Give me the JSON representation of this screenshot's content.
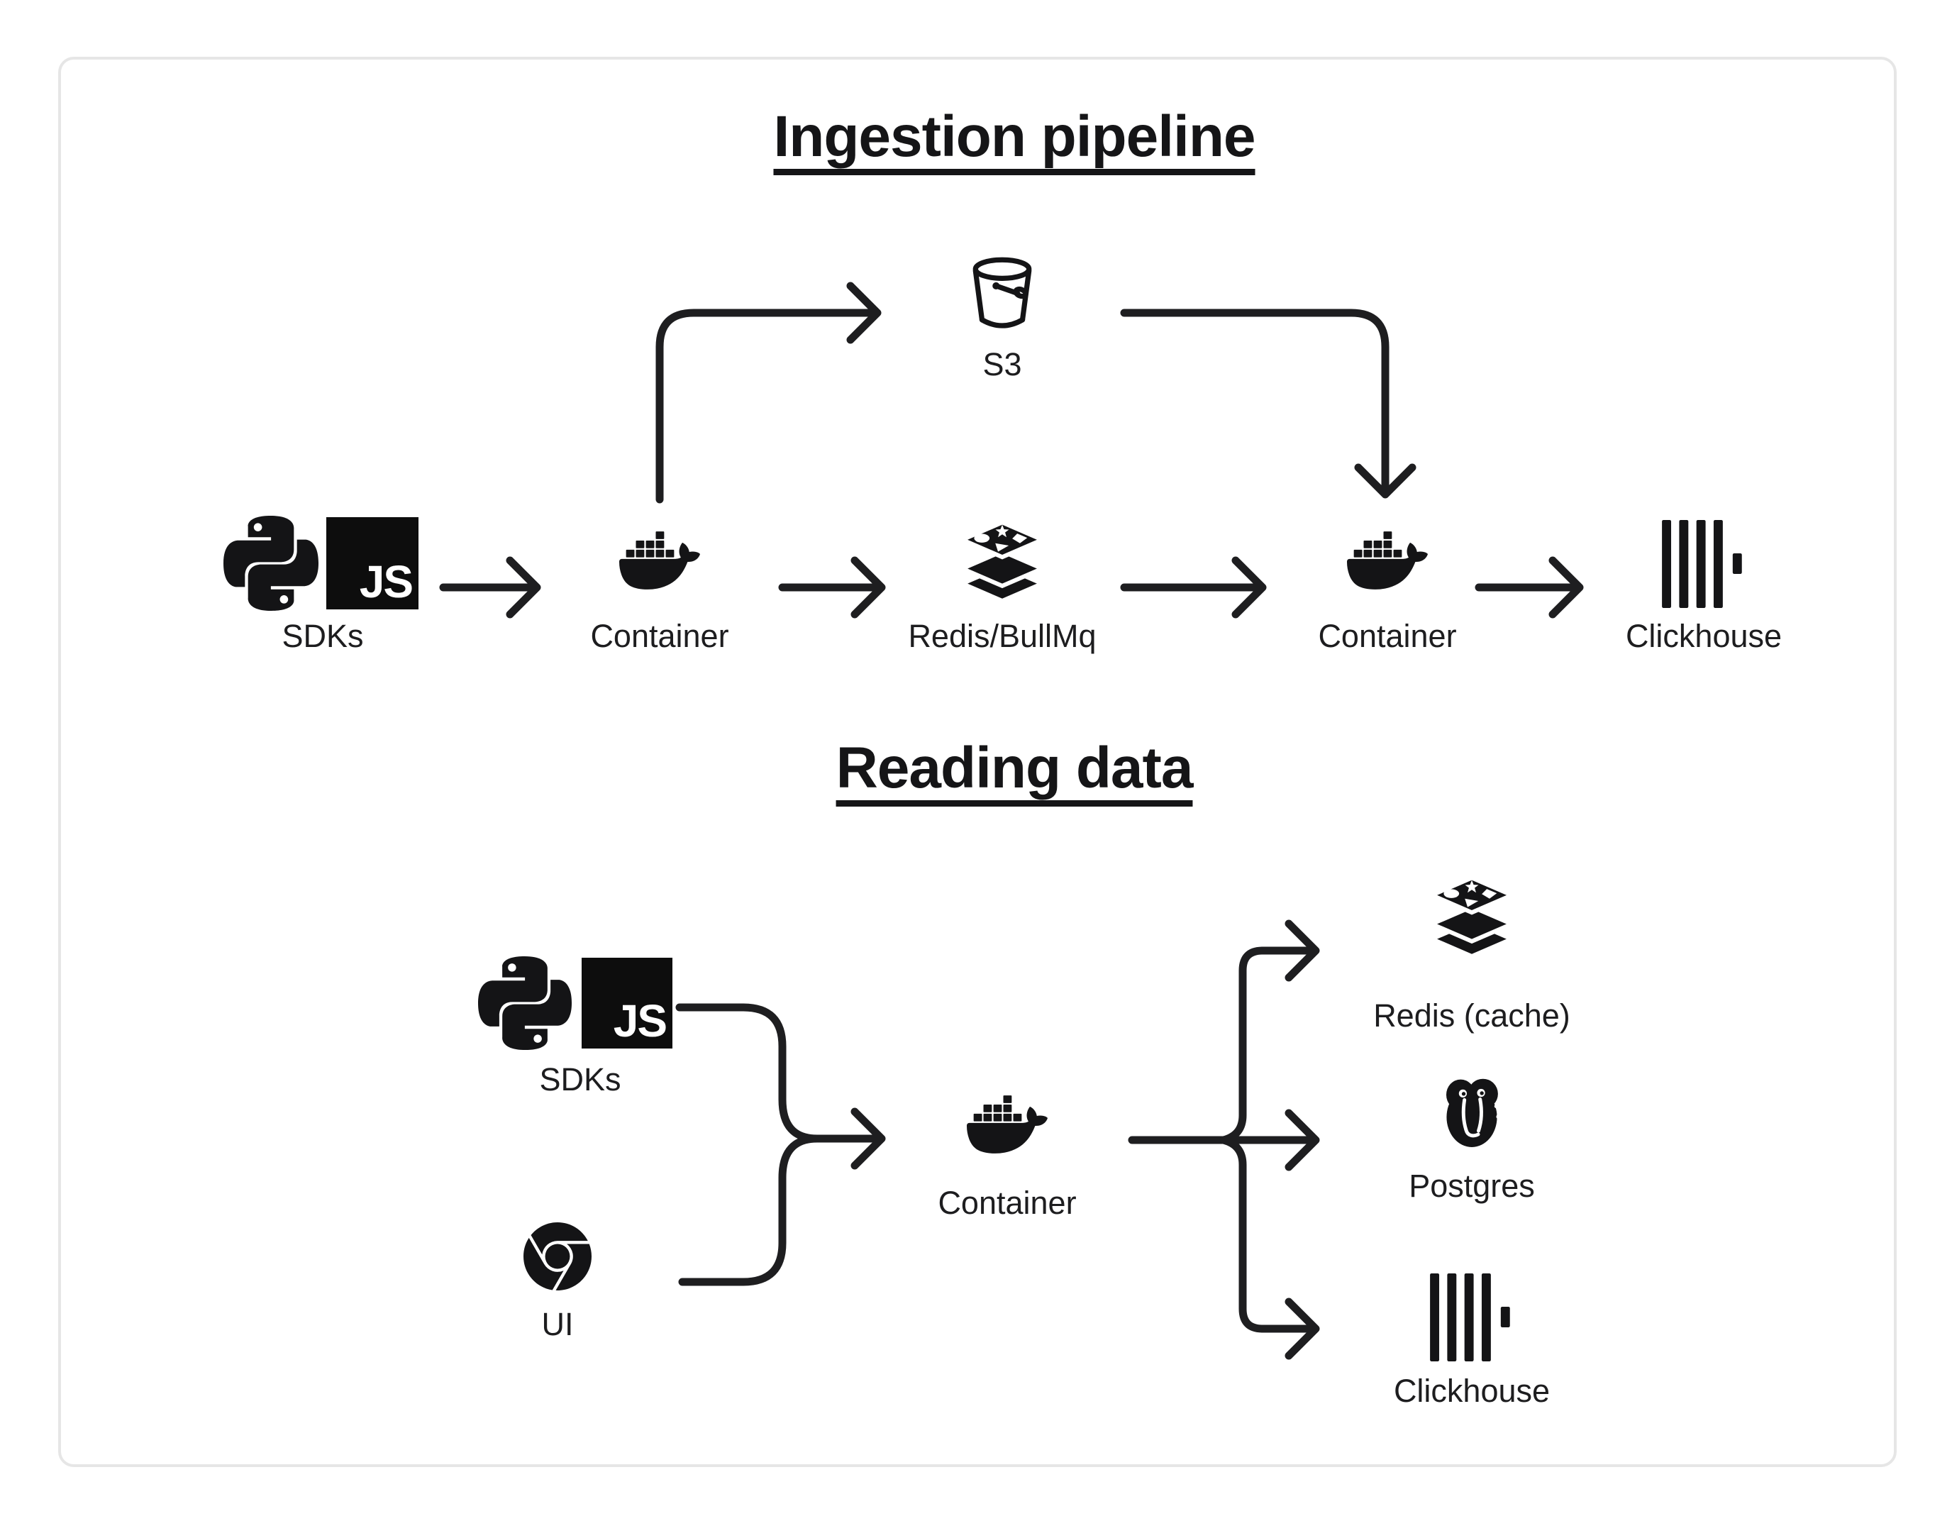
{
  "colors": {
    "background": "#ffffff",
    "card_border": "#e6e6e6",
    "ink": "#1d1d1f"
  },
  "ingestion": {
    "title": "Ingestion pipeline",
    "nodes": {
      "sdks": {
        "label": "SDKs"
      },
      "s3": {
        "label": "S3"
      },
      "container_in": {
        "label": "Container"
      },
      "queue": {
        "label": "Redis/BullMq"
      },
      "container_out": {
        "label": "Container"
      },
      "clickhouse": {
        "label": "Clickhouse"
      }
    }
  },
  "reading": {
    "title": "Reading data",
    "nodes": {
      "sdks": {
        "label": "SDKs"
      },
      "ui": {
        "label": "UI"
      },
      "container": {
        "label": "Container"
      },
      "redis_cache": {
        "label": "Redis (cache)"
      },
      "postgres": {
        "label": "Postgres"
      },
      "clickhouse": {
        "label": "Clickhouse"
      }
    }
  },
  "logos": {
    "javascript_text": "JS"
  }
}
